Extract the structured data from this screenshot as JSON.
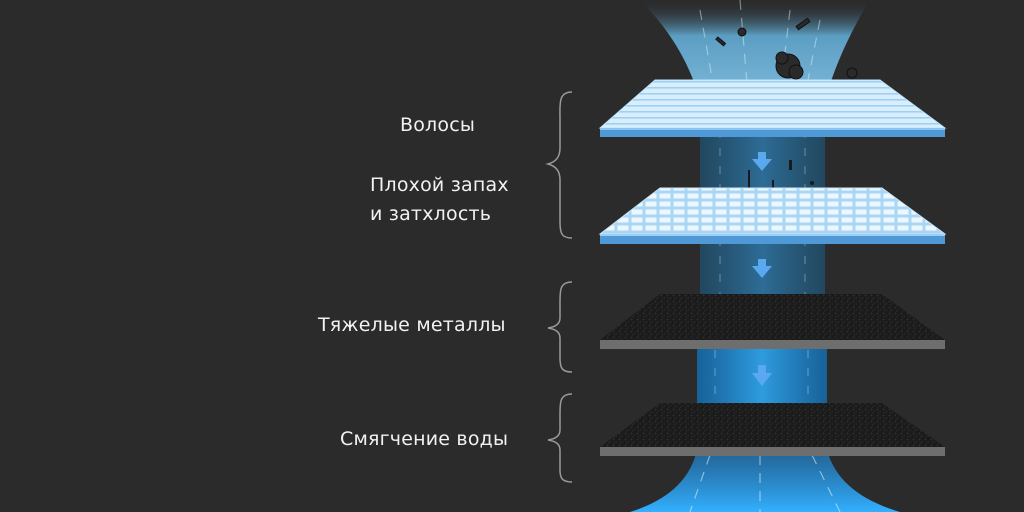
{
  "labels": {
    "hair": "Волосы",
    "odor_line1": "Плохой запах",
    "odor_line2": "и затхлость",
    "heavy_metals": "Тяжелые металлы",
    "softening": "Смягчение воды"
  },
  "colors": {
    "background": "#2b2b2b",
    "text": "#f2f2f2",
    "bracket": "#9a9a9a",
    "water_stream": "#3fa3e0",
    "arrow": "#5aa8f0",
    "filter_light": "#dceefb",
    "filter_edge": "#4f9ad6",
    "filter_dark": "#1c1c1c",
    "filter_dark_edge": "#6e6e6e"
  },
  "layers": [
    {
      "name": "fiber-filter-layer",
      "material": "light-blue striped mesh"
    },
    {
      "name": "grid-filter-layer",
      "material": "light-blue grid mesh"
    },
    {
      "name": "carbon-layer-1",
      "material": "dark porous carbon"
    },
    {
      "name": "carbon-layer-2",
      "material": "dark porous carbon"
    }
  ],
  "icons": [
    "down-arrow-icon",
    "down-arrow-icon",
    "down-arrow-icon"
  ]
}
